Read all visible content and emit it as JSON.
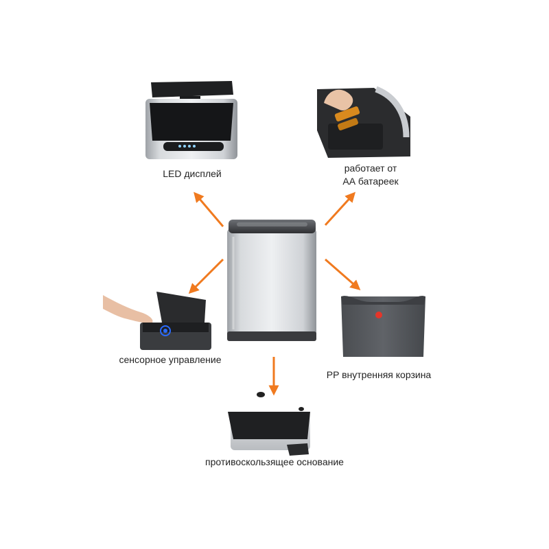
{
  "labels": {
    "led": "LED дисплей",
    "battery_line1": "работает от",
    "battery_line2": "АА батареек",
    "sensor": "сенсорное управление",
    "inner": "PP внутренняя корзина",
    "base": "противоскользящее основание"
  },
  "colors": {
    "arrow": "#f07a1f",
    "steel": "#c9ccd0",
    "dark": "#2b2c2e",
    "bin_gray": "#55585c",
    "button_red": "#e53529",
    "sensor_blue": "#2a6bff"
  }
}
